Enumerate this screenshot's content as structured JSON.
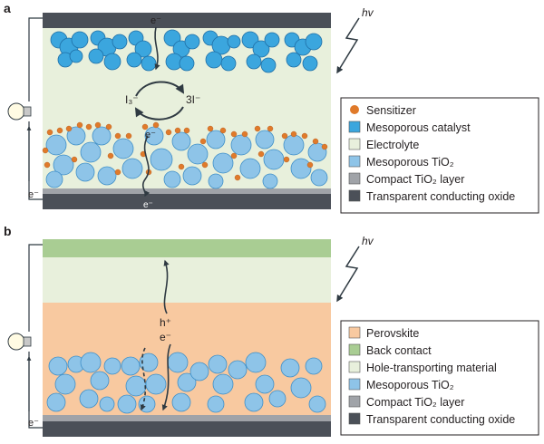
{
  "colors": {
    "tco": "#4b5058",
    "compact": "#a0a3a8",
    "tio2": "#8ec4e8",
    "tio2_stroke": "#3f8fc8",
    "catalyst": "#3ba6de",
    "electrolyte": "#e8f0dc",
    "sensitizer": "#e07a2a",
    "perovskite": "#f8c9a0",
    "back_contact": "#a9cd93",
    "htm": "#e8f0dc",
    "arrow": "#2f3a42"
  },
  "panel_a": {
    "label": "a",
    "hv": "hv",
    "electron": "e⁻",
    "electron_bottom": "e⁻",
    "circuit_electron": "e⁻",
    "redox_left": "I₃⁻",
    "redox_right": "3I⁻",
    "legend": [
      {
        "swatch": "sensitizer",
        "text": "Sensitizer"
      },
      {
        "swatch": "catalyst",
        "text": "Mesoporous catalyst"
      },
      {
        "swatch": "electrolyte",
        "text": "Electrolyte"
      },
      {
        "swatch": "tio2",
        "text": "Mesoporous TiO₂"
      },
      {
        "swatch": "compact",
        "text": "Compact TiO₂ layer"
      },
      {
        "swatch": "tco",
        "text": "Transparent conducting oxide"
      }
    ]
  },
  "panel_b": {
    "label": "b",
    "hv": "hv",
    "hole": "h⁺",
    "electron": "e⁻",
    "circuit_electron": "e⁻",
    "legend": [
      {
        "swatch": "perovskite",
        "text": "Perovskite"
      },
      {
        "swatch": "back_contact",
        "text": "Back contact"
      },
      {
        "swatch": "htm",
        "text": "Hole-transporting material"
      },
      {
        "swatch": "tio2",
        "text": "Mesoporous TiO₂"
      },
      {
        "swatch": "compact",
        "text": "Compact TiO₂ layer"
      },
      {
        "swatch": "tco",
        "text": "Transparent conducting oxide"
      }
    ]
  }
}
